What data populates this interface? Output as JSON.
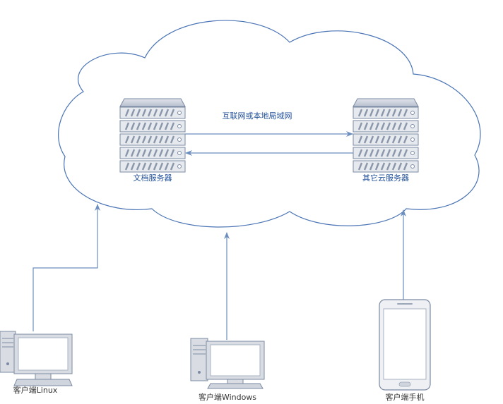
{
  "nodes": {
    "doc_server": {
      "label": "文档服务器"
    },
    "cloud_server": {
      "label": "其它云服务器"
    },
    "client_linux": {
      "label": "客户端Linux"
    },
    "client_windows": {
      "label": "客户端Windows"
    },
    "client_mobile": {
      "label": "客户端手机"
    }
  },
  "edges": {
    "server_link": {
      "label": "互联网或本地局域网"
    }
  },
  "colors": {
    "line": "#6c8ebf",
    "cloud_stroke": "#4a74b5",
    "server_body": "#e6e9ee",
    "server_stroke": "#7b8aa3",
    "label_blue": "#1f4e9a"
  }
}
